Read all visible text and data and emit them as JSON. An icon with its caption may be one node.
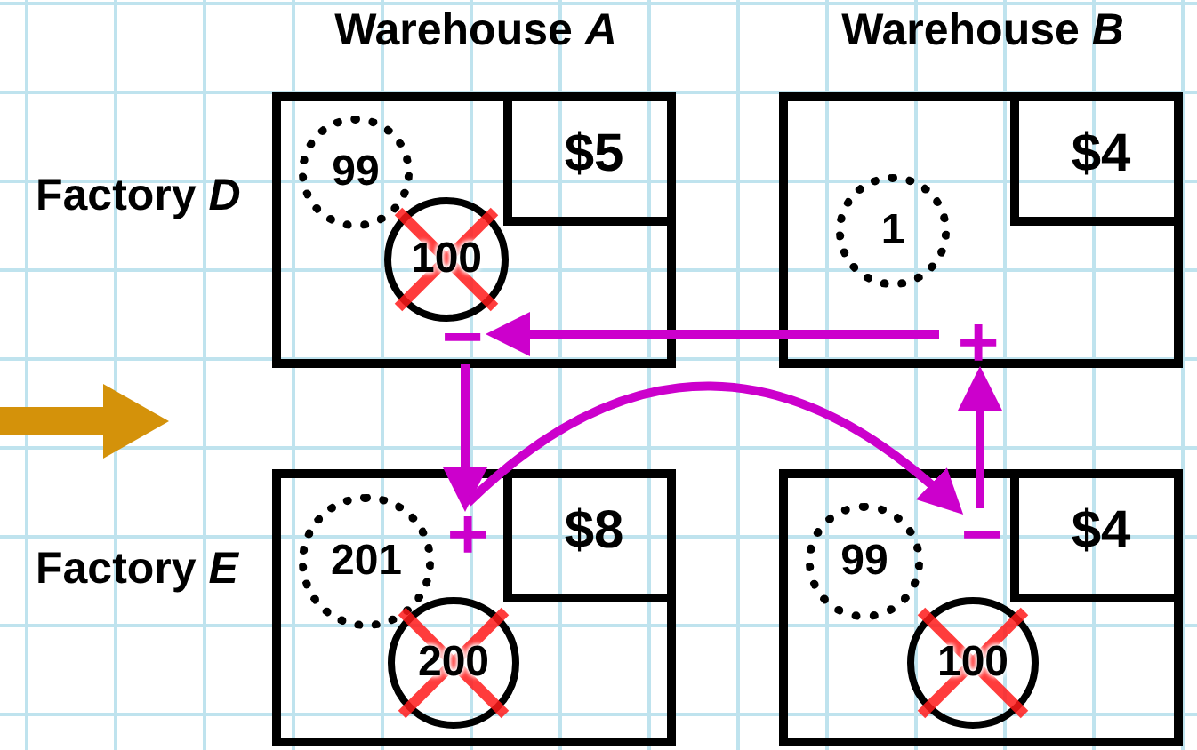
{
  "diagram": {
    "nodes": [
      {
        "text": [],
        "shape": "box"
      },
      {
        "text": [
          "$5"
        ],
        "in": 0
      },
      {
        "text": [
          "99"
        ],
        "in": 0
      },
      {
        "text": [
          "100"
        ],
        "in": 0
      },
      {
        "text": [
          "−"
        ],
        "in": 0
      },
      {
        "text": [],
        "shape": "box"
      },
      {
        "text": [
          "$4"
        ],
        "in": 5
      },
      {
        "text": [
          "1"
        ],
        "in": 5
      },
      {
        "text": [
          "+"
        ],
        "in": 5
      },
      {
        "text": [],
        "shape": "box"
      },
      {
        "text": [
          "$8"
        ],
        "in": 9
      },
      {
        "text": [
          "201"
        ],
        "in": 9
      },
      {
        "text": [
          "200"
        ],
        "in": 9
      },
      {
        "text": [
          "+"
        ],
        "in": 9
      },
      {
        "text": [],
        "shape": "box"
      },
      {
        "text": [
          "$4"
        ],
        "in": 14
      },
      {
        "text": [
          "99"
        ],
        "in": 14
      },
      {
        "text": [
          "100"
        ],
        "in": 14
      },
      {
        "text": [
          "−"
        ],
        "in": 14
      }
    ],
    "edges": [
      {
        "from": 8,
        "to": 4,
        "arrow": "to"
      },
      {
        "from": 4,
        "to": 13,
        "arrow": "to"
      },
      {
        "from": 13,
        "to": 18,
        "arrow": "to"
      },
      {
        "from": 18,
        "to": 8,
        "arrow": "to"
      }
    ],
    "labels": [
      "Warehouse *A*",
      "Warehouse *B*",
      "Factory *D*",
      "Factory *E*"
    ]
  }
}
